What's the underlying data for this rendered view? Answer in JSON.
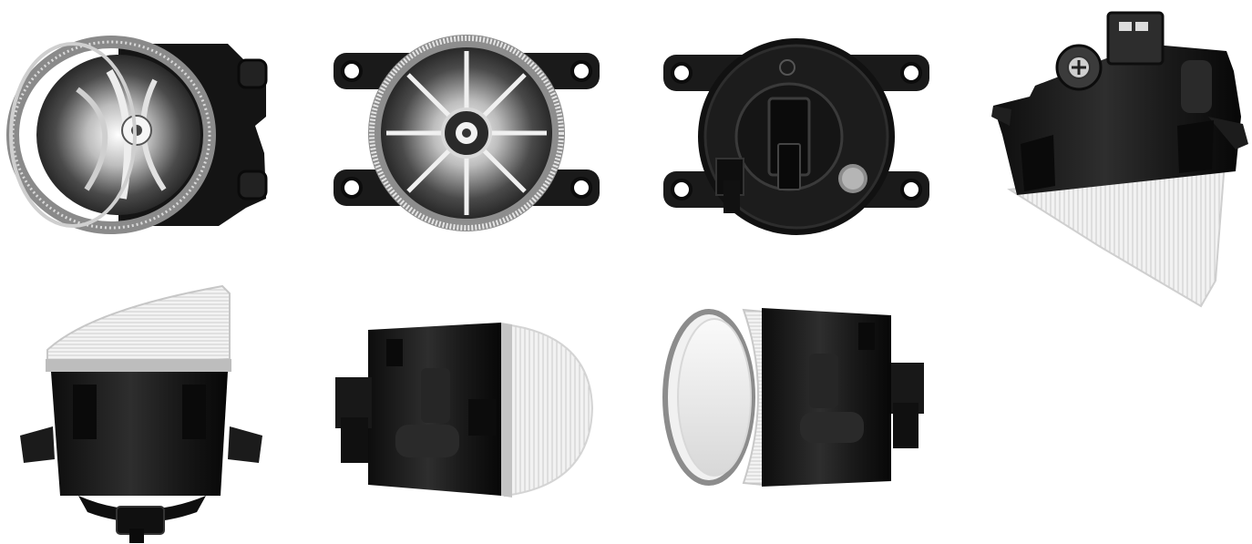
{
  "views": [
    {
      "id": "v-front-3q",
      "label": ""
    },
    {
      "id": "v-front",
      "label": ""
    },
    {
      "id": "v-rear",
      "label": ""
    },
    {
      "id": "v-top-iso",
      "label": ""
    },
    {
      "id": "v-bottom",
      "label": ""
    },
    {
      "id": "v-side-l",
      "label": ""
    },
    {
      "id": "v-side-r",
      "label": ""
    }
  ],
  "colors": {
    "background": "#ffffff",
    "housing": "#151515",
    "housing_highlight": "#3a3a3a",
    "lens": "#e9e9e9",
    "chrome": "#b8b8b8"
  }
}
